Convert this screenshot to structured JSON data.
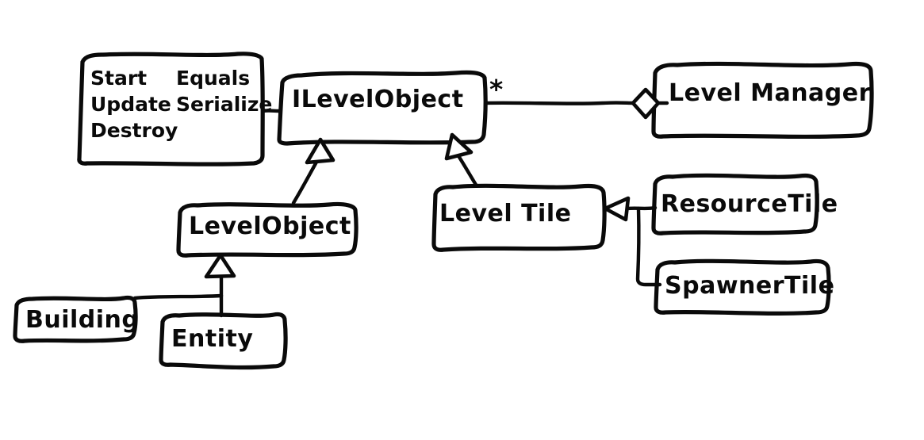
{
  "diagram": {
    "kind": "uml-class-diagram",
    "style": "hand-drawn-whiteboard",
    "ink_color": "#0a0a0a",
    "background_color": "#ffffff",
    "nodes": [
      {
        "id": "methods-note",
        "type": "method-list-note",
        "columns": [
          {
            "items": [
              "Start",
              "Update",
              "Destroy"
            ]
          },
          {
            "items": [
              "Equals",
              "Serialize"
            ]
          }
        ]
      },
      {
        "id": "ilevelobject",
        "type": "interface",
        "name": "ILevelObject"
      },
      {
        "id": "levelmanager",
        "type": "class",
        "name": "Level Manager"
      },
      {
        "id": "levelobject",
        "type": "class",
        "name": "LevelObject"
      },
      {
        "id": "leveltile",
        "type": "class",
        "name": "Level Tile"
      },
      {
        "id": "resourcetile",
        "type": "class",
        "name": "ResourceTile"
      },
      {
        "id": "spawnertile",
        "type": "class",
        "name": "SpawnerTile"
      },
      {
        "id": "building",
        "type": "class",
        "name": "Building"
      },
      {
        "id": "entity",
        "type": "class",
        "name": "Entity"
      }
    ],
    "edges": [
      {
        "id": "edge-note-ilevelobject",
        "type": "note-link",
        "from": "methods-note",
        "to": "ilevelobject",
        "label": ""
      },
      {
        "id": "edge-ilevelobject-levelmanager",
        "type": "aggregation",
        "from": "levelmanager",
        "to": "ilevelobject",
        "label": "*"
      },
      {
        "id": "edge-levelobject-ilevelobject",
        "type": "realization",
        "from": "levelobject",
        "to": "ilevelobject",
        "label": ""
      },
      {
        "id": "edge-leveltile-ilevelobject",
        "type": "realization",
        "from": "leveltile",
        "to": "ilevelobject",
        "label": ""
      },
      {
        "id": "edge-resourcetile-leveltile",
        "type": "generalization",
        "from": "resourcetile",
        "to": "leveltile",
        "label": ""
      },
      {
        "id": "edge-spawnertile-leveltile",
        "type": "generalization",
        "from": "spawnertile",
        "to": "leveltile",
        "label": ""
      },
      {
        "id": "edge-building-levelobject",
        "type": "generalization",
        "from": "building",
        "to": "levelobject",
        "label": ""
      },
      {
        "id": "edge-entity-levelobject",
        "type": "generalization",
        "from": "entity",
        "to": "levelobject",
        "label": ""
      }
    ],
    "multiplicity_marker": "*"
  }
}
